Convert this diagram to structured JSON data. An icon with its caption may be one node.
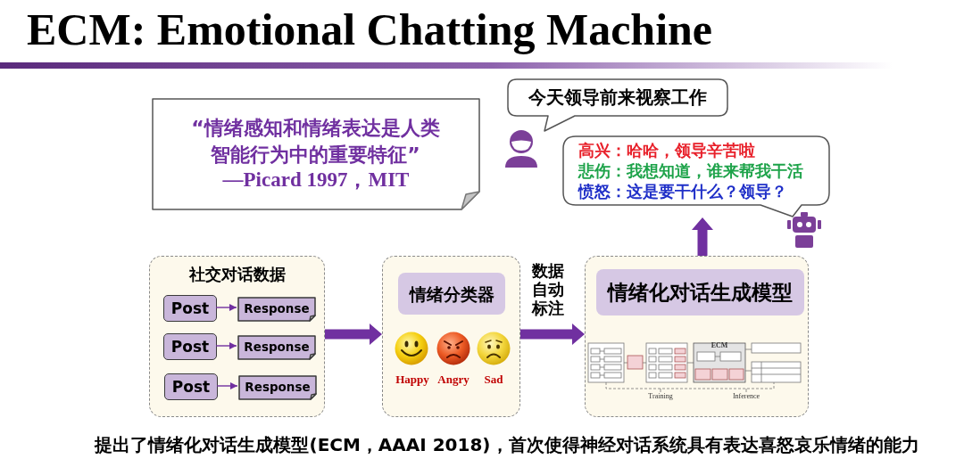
{
  "diagram": {
    "title": "ECM: Emotional Chatting Machine",
    "caption": "提出了情绪化对话生成模型(ECM，AAAI 2018)，首次使得神经对话系统具有表达喜怒哀乐情绪的能力",
    "nodes": [
      {
        "text": [
          "“情绪感知和情绪表达是人类智能行为中的重要特征”",
          "—Picard 1997，MIT"
        ]
      },
      {
        "text": [
          "今天领导前来视察工作"
        ]
      },
      {
        "text": [
          "高兴：哈哈，领导辛苦啦",
          "悲伤：我想知道，谁来帮我干活",
          "愤怒：这是要干什么？领导？"
        ]
      },
      {
        "text": [
          "社交对话数据"
        ]
      },
      {
        "text": [
          "Post"
        ],
        "in": 3
      },
      {
        "text": [
          "Response"
        ],
        "in": 3
      },
      {
        "text": [
          "Post"
        ],
        "in": 3
      },
      {
        "text": [
          "Response"
        ],
        "in": 3
      },
      {
        "text": [
          "Post"
        ],
        "in": 3
      },
      {
        "text": [
          "Response"
        ],
        "in": 3
      },
      {
        "text": [],
        "shape": "box"
      },
      {
        "text": [
          "情绪分类器"
        ],
        "in": 10
      },
      {
        "text": [],
        "shape": "box"
      },
      {
        "text": [
          "情绪化对话生成模型"
        ],
        "in": 12
      }
    ],
    "edges": [
      {
        "from": 4,
        "to": 5,
        "arrow": "to"
      },
      {
        "from": 6,
        "to": 7,
        "arrow": "to"
      },
      {
        "from": 8,
        "to": 9,
        "arrow": "to"
      },
      {
        "from": 3,
        "to": 10,
        "arrow": "to",
        "style": "thick"
      },
      {
        "from": 10,
        "to": 12,
        "arrow": "to",
        "label": "数据自动标注",
        "style": "thick"
      },
      {
        "from": 12,
        "to": 2,
        "arrow": "to",
        "style": "thick"
      }
    ],
    "labels": [
      "Happy",
      "Angry",
      "Sad",
      "ECM",
      "Training",
      "Inference"
    ]
  }
}
